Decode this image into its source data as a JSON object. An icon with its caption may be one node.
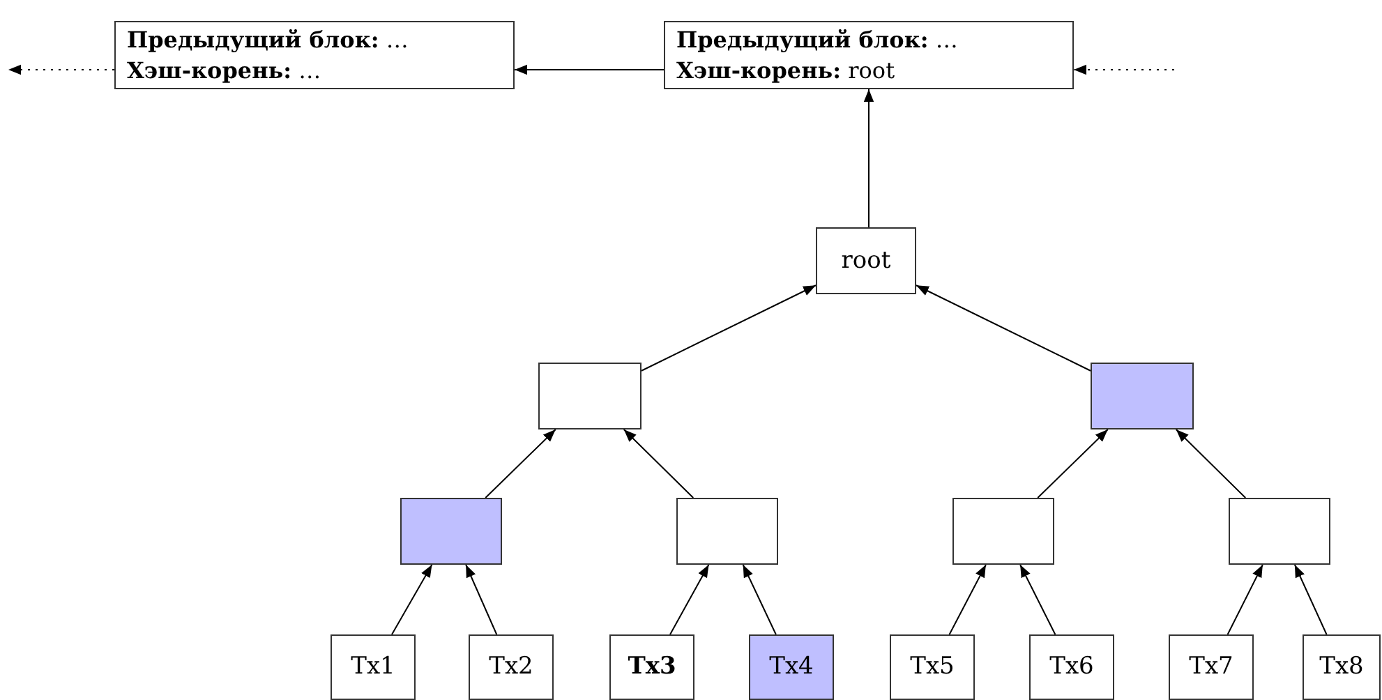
{
  "diagram": {
    "nodes": [
      {
        "text": [
          "**Предыдущий блок:** …",
          "**Хэш-корень:** …"
        ]
      },
      {
        "text": [
          "**Предыдущий блок:** …",
          "**Хэш-корень:** root"
        ]
      },
      {
        "text": [
          "root"
        ]
      },
      {
        "text": [],
        "shape": "box"
      },
      {
        "text": [],
        "shape": "box"
      },
      {
        "text": [],
        "shape": "box"
      },
      {
        "text": [],
        "shape": "box"
      },
      {
        "text": [],
        "shape": "box"
      },
      {
        "text": [],
        "shape": "box"
      },
      {
        "text": [
          "Tx1"
        ]
      },
      {
        "text": [
          "Tx2"
        ]
      },
      {
        "text": [
          "Tx3"
        ]
      },
      {
        "text": [
          "Tx4"
        ]
      },
      {
        "text": [
          "Tx5"
        ]
      },
      {
        "text": [
          "Tx6"
        ]
      },
      {
        "text": [
          "Tx7"
        ]
      },
      {
        "text": [
          "Tx8"
        ]
      }
    ],
    "edges": [
      {
        "from": 0,
        "to": null,
        "arrow": "to",
        "style": "dashed"
      },
      {
        "from": 1,
        "to": 0,
        "arrow": "to"
      },
      {
        "from": null,
        "to": 1,
        "arrow": "to",
        "style": "dashed"
      },
      {
        "from": 2,
        "to": 1,
        "arrow": "to"
      },
      {
        "from": 3,
        "to": 2,
        "arrow": "to"
      },
      {
        "from": 4,
        "to": 2,
        "arrow": "to"
      },
      {
        "from": 5,
        "to": 3,
        "arrow": "to"
      },
      {
        "from": 6,
        "to": 3,
        "arrow": "to"
      },
      {
        "from": 7,
        "to": 4,
        "arrow": "to"
      },
      {
        "from": 8,
        "to": 4,
        "arrow": "to"
      },
      {
        "from": 9,
        "to": 5,
        "arrow": "to"
      },
      {
        "from": 10,
        "to": 5,
        "arrow": "to"
      },
      {
        "from": 11,
        "to": 6,
        "arrow": "to"
      },
      {
        "from": 12,
        "to": 6,
        "arrow": "to"
      },
      {
        "from": 13,
        "to": 7,
        "arrow": "to"
      },
      {
        "from": 14,
        "to": 7,
        "arrow": "to"
      },
      {
        "from": 15,
        "to": 8,
        "arrow": "to"
      },
      {
        "from": 16,
        "to": 8,
        "arrow": "to"
      }
    ]
  }
}
